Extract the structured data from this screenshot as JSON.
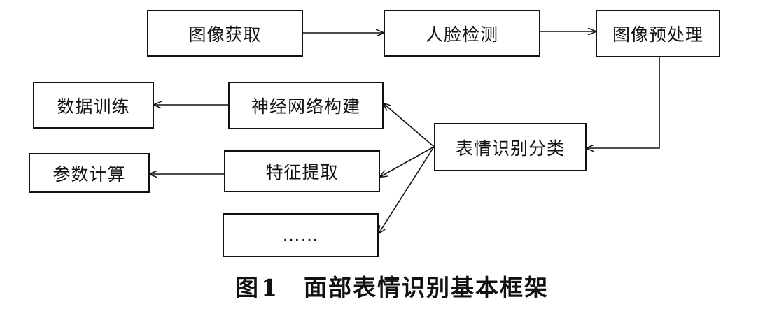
{
  "nodes": {
    "image_acquisition": "图像获取",
    "face_detection": "人脸检测",
    "image_preprocessing": "图像预处理",
    "expression_classification": "表情识别分类",
    "neural_network_construction": "神经网络构建",
    "feature_extraction": "特征提取",
    "ellipsis": "……",
    "data_training": "数据训练",
    "parameter_calculation": "参数计算"
  },
  "caption": {
    "label": "图",
    "number": "1",
    "title": "面部表情识别基本框架"
  },
  "colors": {
    "stroke": "#111111",
    "background": "#ffffff"
  }
}
